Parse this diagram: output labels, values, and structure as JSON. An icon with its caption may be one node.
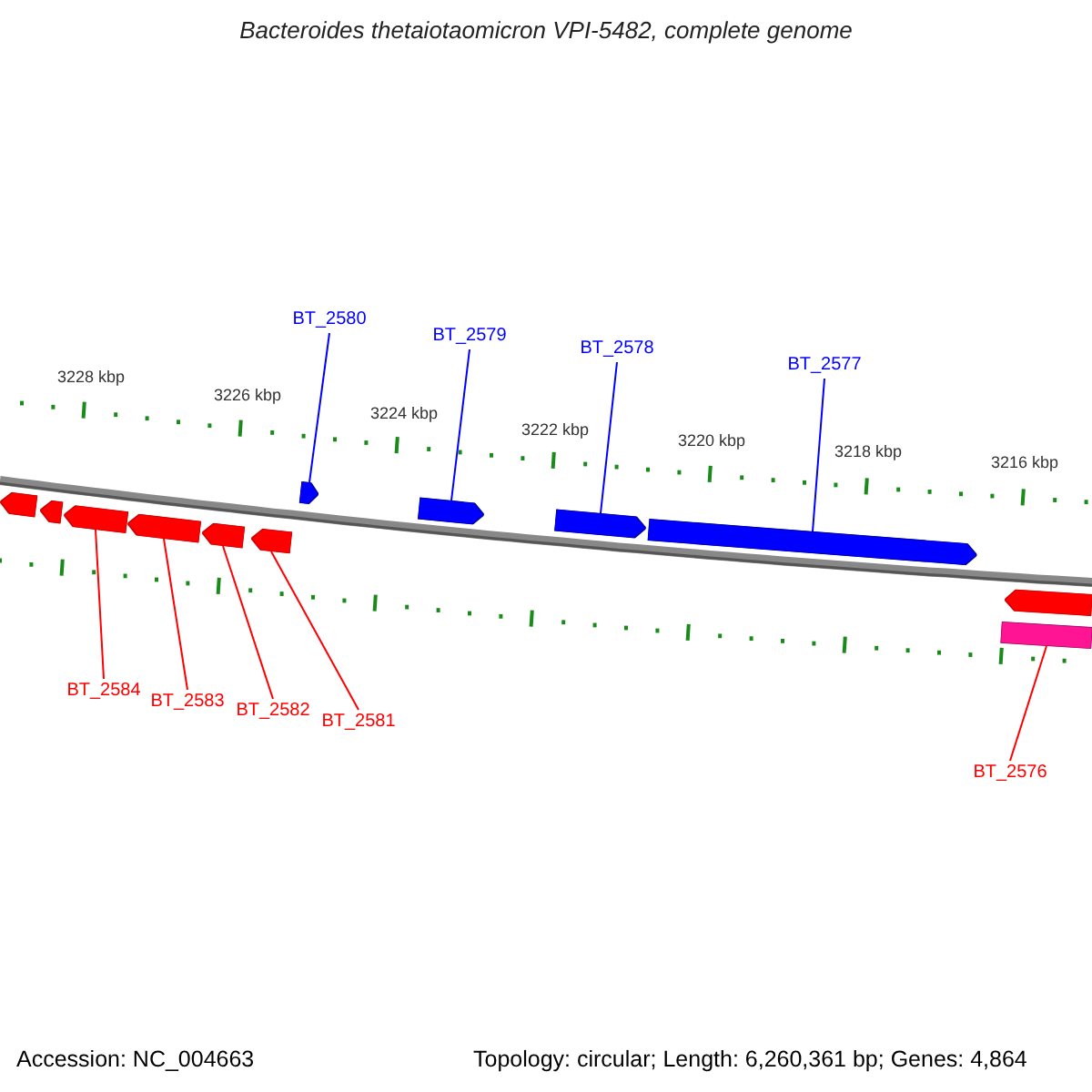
{
  "diagram": {
    "title": "Bacteroides thetaiotaomicron VPI-5482, complete genome",
    "nodes": [
      {
        "text": [
          "BT_2580"
        ]
      },
      {
        "text": [
          "BT_2579"
        ]
      },
      {
        "text": [
          "BT_2578"
        ]
      },
      {
        "text": [
          "BT_2577"
        ]
      },
      {
        "text": [
          "BT_2584"
        ]
      },
      {
        "text": [
          "BT_2583"
        ]
      },
      {
        "text": [
          "BT_2582"
        ]
      },
      {
        "text": [
          "BT_2581"
        ]
      },
      {
        "text": [
          "BT_2576"
        ]
      },
      {
        "text": [],
        "shape": "pentagon"
      },
      {
        "text": [],
        "shape": "pentagon"
      },
      {
        "text": [],
        "shape": "pentagon"
      },
      {
        "text": [],
        "shape": "pentagon"
      },
      {
        "text": [],
        "shape": "pentagon"
      },
      {
        "text": [],
        "shape": "pentagon"
      },
      {
        "text": [],
        "shape": "pentagon"
      },
      {
        "text": [],
        "shape": "pentagon"
      },
      {
        "text": [],
        "shape": "pentagon"
      },
      {
        "text": [],
        "shape": "pentagon"
      },
      {
        "text": [],
        "shape": "bar"
      },
      {
        "text": [],
        "shape": "pentagon"
      }
    ],
    "edges": [
      {
        "from": 0,
        "to": 15,
        "arrow": "none",
        "color": "#0000ff"
      },
      {
        "from": 1,
        "to": 16,
        "arrow": "none",
        "color": "#0000ff"
      },
      {
        "from": 2,
        "to": 17,
        "arrow": "none",
        "color": "#0000ff"
      },
      {
        "from": 3,
        "to": 18,
        "arrow": "none",
        "color": "#0000ff"
      },
      {
        "from": 4,
        "to": 11,
        "arrow": "none"
      },
      {
        "from": 5,
        "to": 12,
        "arrow": "none"
      },
      {
        "from": 6,
        "to": 13,
        "arrow": "none"
      },
      {
        "from": 7,
        "to": 14,
        "arrow": "none"
      },
      {
        "from": 8,
        "to": 19,
        "arrow": "none"
      }
    ],
    "labels": [
      "3228 kbp",
      "3226 kbp",
      "3224 kbp",
      "3222 kbp",
      "3220 kbp",
      "3218 kbp",
      "3216 kbp",
      "Accession: NC_004663",
      "Topology: circular; Length: 6,260,361 bp; Genes: 4,864"
    ]
  }
}
